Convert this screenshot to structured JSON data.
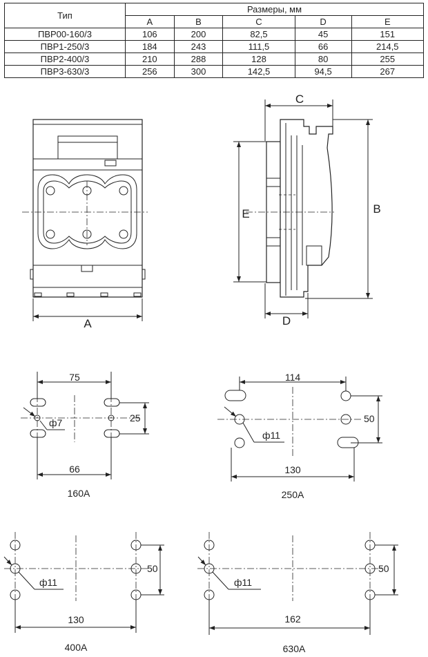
{
  "table": {
    "type_header": "Тип",
    "dims_header": "Размеры, мм",
    "columns": [
      "A",
      "B",
      "C",
      "D",
      "E"
    ],
    "rows": [
      {
        "type": "ПВР00-160/3",
        "values": [
          "106",
          "200",
          "82,5",
          "45",
          "151"
        ]
      },
      {
        "type": "ПВР1-250/3",
        "values": [
          "184",
          "243",
          "111,5",
          "66",
          "214,5"
        ]
      },
      {
        "type": "ПВР2-400/3",
        "values": [
          "210",
          "288",
          "128",
          "80",
          "255"
        ]
      },
      {
        "type": "ПВР3-630/3",
        "values": [
          "256",
          "300",
          "142,5",
          "94,5",
          "267"
        ]
      }
    ]
  },
  "front_view": {
    "width_label": "A"
  },
  "side_view": {
    "depth_top_label": "C",
    "depth_bottom_label": "D",
    "height_label": "B",
    "mount_height_label": "E"
  },
  "patterns": [
    {
      "caption": "160A",
      "dim_top": "75",
      "dim_bottom": "66",
      "dim_side": "25",
      "hole": "ф7"
    },
    {
      "caption": "250A",
      "dim_top": "114",
      "dim_bottom": "130",
      "dim_side": "50",
      "hole": "ф11"
    },
    {
      "caption": "400A",
      "dim_bottom": "130",
      "dim_side": "50",
      "hole": "ф11"
    },
    {
      "caption": "630A",
      "dim_bottom": "162",
      "dim_side": "50",
      "hole": "ф11"
    }
  ]
}
